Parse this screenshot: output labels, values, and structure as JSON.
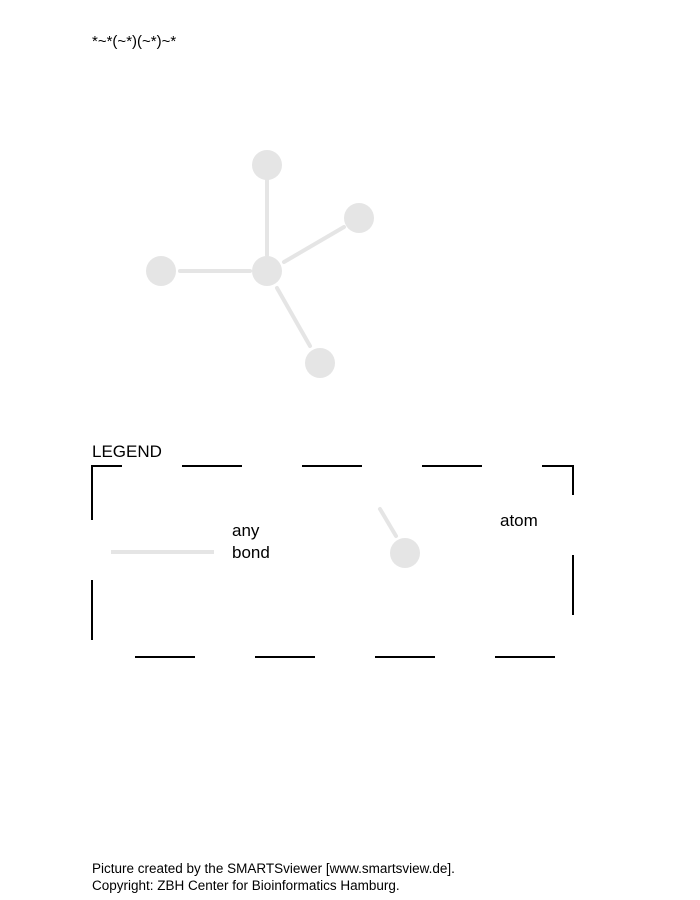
{
  "title": "*~*(~*)(~*)~*",
  "colors": {
    "background": "#ffffff",
    "atom": "#e5e5e5",
    "bond": "#e5e5e5",
    "text": "#000000",
    "legend_border": "#000000"
  },
  "molecule": {
    "atoms": [
      {
        "id": "center",
        "label": ""
      },
      {
        "id": "top",
        "label": ""
      },
      {
        "id": "upper-right",
        "label": ""
      },
      {
        "id": "left",
        "label": ""
      },
      {
        "id": "lower-right",
        "label": ""
      }
    ],
    "bonds": [
      {
        "from": "center",
        "to": "top",
        "type": "any"
      },
      {
        "from": "center",
        "to": "upper-right",
        "type": "any"
      },
      {
        "from": "center",
        "to": "left",
        "type": "any"
      },
      {
        "from": "center",
        "to": "lower-right",
        "type": "any"
      }
    ]
  },
  "legend": {
    "title": "LEGEND",
    "bond_label_line1": "any",
    "bond_label_line2": "bond",
    "atom_label": "atom"
  },
  "footer": {
    "line1": "Picture created by the SMARTSviewer [www.smartsview.de].",
    "line2": "Copyright: ZBH Center for Bioinformatics Hamburg."
  }
}
